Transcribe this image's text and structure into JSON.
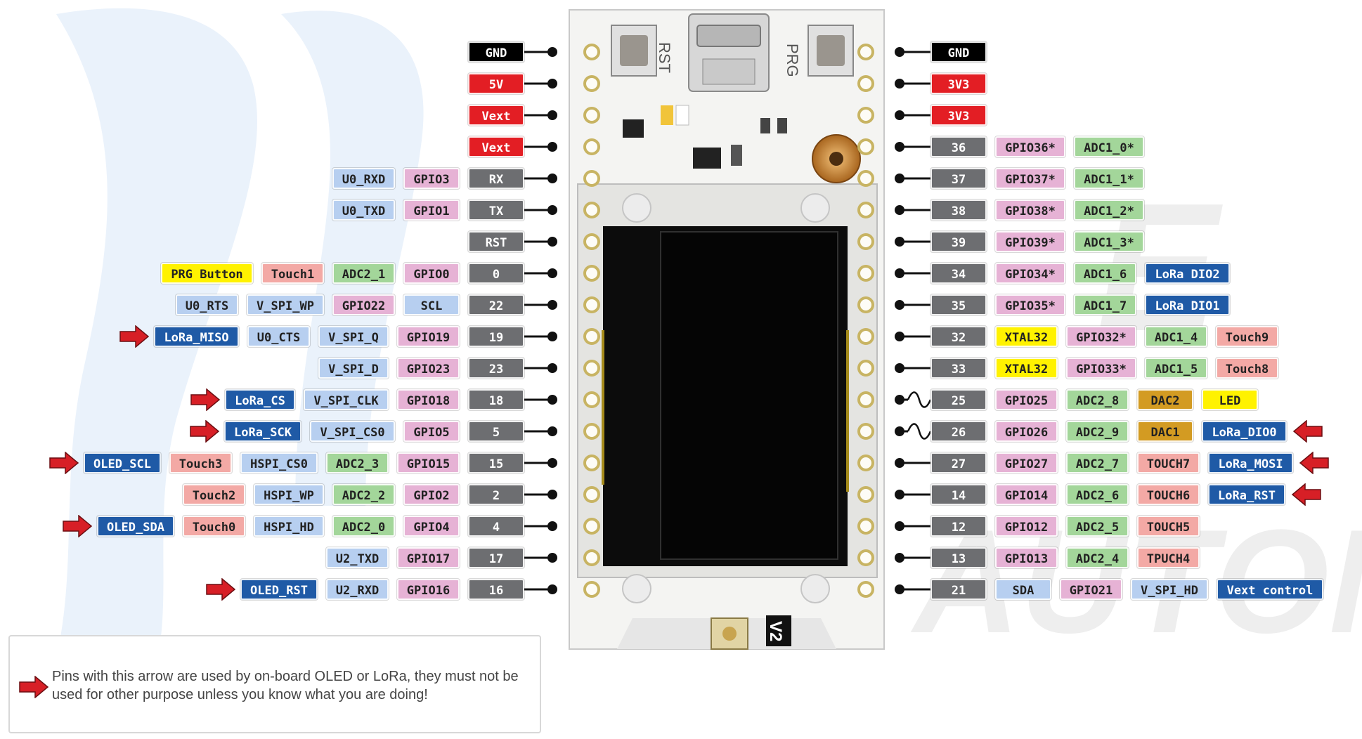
{
  "board": {
    "silk_rst": "RST",
    "silk_prg": "PRG",
    "silk_version": "V2"
  },
  "note": {
    "text": "Pins with this arrow are used by on-board OLED or LoRa, they must not be used for other purpose unless you know what you are doing!"
  },
  "colors": {
    "black": "#000000",
    "red": "#e31e24",
    "gray": "#6d6e71",
    "blue": "#b7cff0",
    "pink": "#e6b2d5",
    "green": "#a3d69a",
    "salmon": "#f3a9a5",
    "yellow": "#fff200",
    "navy": "#1f5aa6",
    "gold": "#d39b22",
    "arrow": "#d71f26"
  },
  "left_pins": [
    {
      "labels": [
        {
          "t": "GND",
          "c": "black"
        }
      ]
    },
    {
      "labels": [
        {
          "t": "5V",
          "c": "red"
        }
      ]
    },
    {
      "labels": [
        {
          "t": "Vext",
          "c": "red"
        }
      ]
    },
    {
      "labels": [
        {
          "t": "Vext",
          "c": "red"
        }
      ]
    },
    {
      "labels": [
        {
          "t": "RX",
          "c": "gray"
        },
        {
          "t": "GPIO3",
          "c": "pink"
        },
        {
          "t": "U0_RXD",
          "c": "blue"
        }
      ]
    },
    {
      "labels": [
        {
          "t": "TX",
          "c": "gray"
        },
        {
          "t": "GPIO1",
          "c": "pink"
        },
        {
          "t": "U0_TXD",
          "c": "blue"
        }
      ]
    },
    {
      "labels": [
        {
          "t": "RST",
          "c": "gray"
        }
      ]
    },
    {
      "labels": [
        {
          "t": "0",
          "c": "gray"
        },
        {
          "t": "GPIO0",
          "c": "pink"
        },
        {
          "t": "ADC2_1",
          "c": "green"
        },
        {
          "t": "Touch1",
          "c": "salmon"
        },
        {
          "t": "PRG Button",
          "c": "yellow"
        }
      ]
    },
    {
      "labels": [
        {
          "t": "22",
          "c": "gray"
        },
        {
          "t": "SCL",
          "c": "blue"
        },
        {
          "t": "GPIO22",
          "c": "pink"
        },
        {
          "t": "V_SPI_WP",
          "c": "blue"
        },
        {
          "t": "U0_RTS",
          "c": "blue"
        }
      ]
    },
    {
      "labels": [
        {
          "t": "19",
          "c": "gray"
        },
        {
          "t": "GPIO19",
          "c": "pink"
        },
        {
          "t": "V_SPI_Q",
          "c": "blue"
        },
        {
          "t": "U0_CTS",
          "c": "blue"
        },
        {
          "t": "LoRa_MISO",
          "c": "navy"
        }
      ],
      "arrow": true
    },
    {
      "labels": [
        {
          "t": "23",
          "c": "gray"
        },
        {
          "t": "GPIO23",
          "c": "pink"
        },
        {
          "t": "V_SPI_D",
          "c": "blue"
        }
      ]
    },
    {
      "labels": [
        {
          "t": "18",
          "c": "gray"
        },
        {
          "t": "GPIO18",
          "c": "pink"
        },
        {
          "t": "V_SPI_CLK",
          "c": "blue"
        },
        {
          "t": "LoRa_CS",
          "c": "navy"
        }
      ],
      "arrow": true
    },
    {
      "labels": [
        {
          "t": "5",
          "c": "gray"
        },
        {
          "t": "GPIO5",
          "c": "pink"
        },
        {
          "t": "V_SPI_CS0",
          "c": "blue"
        },
        {
          "t": "LoRa_SCK",
          "c": "navy"
        }
      ],
      "arrow": true
    },
    {
      "labels": [
        {
          "t": "15",
          "c": "gray"
        },
        {
          "t": "GPIO15",
          "c": "pink"
        },
        {
          "t": "ADC2_3",
          "c": "green"
        },
        {
          "t": "HSPI_CS0",
          "c": "blue"
        },
        {
          "t": "Touch3",
          "c": "salmon"
        },
        {
          "t": "OLED_SCL",
          "c": "navy"
        }
      ],
      "arrow": true
    },
    {
      "labels": [
        {
          "t": "2",
          "c": "gray"
        },
        {
          "t": "GPIO2",
          "c": "pink"
        },
        {
          "t": "ADC2_2",
          "c": "green"
        },
        {
          "t": "HSPI_WP",
          "c": "blue"
        },
        {
          "t": "Touch2",
          "c": "salmon"
        }
      ]
    },
    {
      "labels": [
        {
          "t": "4",
          "c": "gray"
        },
        {
          "t": "GPIO4",
          "c": "pink"
        },
        {
          "t": "ADC2_0",
          "c": "green"
        },
        {
          "t": "HSPI_HD",
          "c": "blue"
        },
        {
          "t": "Touch0",
          "c": "salmon"
        },
        {
          "t": "OLED_SDA",
          "c": "navy"
        }
      ],
      "arrow": true
    },
    {
      "labels": [
        {
          "t": "17",
          "c": "gray"
        },
        {
          "t": "GPIO17",
          "c": "pink"
        },
        {
          "t": "U2_TXD",
          "c": "blue"
        }
      ]
    },
    {
      "labels": [
        {
          "t": "16",
          "c": "gray"
        },
        {
          "t": "GPIO16",
          "c": "pink"
        },
        {
          "t": "U2_RXD",
          "c": "blue"
        },
        {
          "t": "OLED_RST",
          "c": "navy"
        }
      ],
      "arrow": true
    }
  ],
  "right_pins": [
    {
      "labels": [
        {
          "t": "GND",
          "c": "black"
        }
      ]
    },
    {
      "labels": [
        {
          "t": "3V3",
          "c": "red"
        }
      ]
    },
    {
      "labels": [
        {
          "t": "3V3",
          "c": "red"
        }
      ]
    },
    {
      "labels": [
        {
          "t": "36",
          "c": "gray"
        },
        {
          "t": "GPIO36*",
          "c": "pink"
        },
        {
          "t": "ADC1_0*",
          "c": "green"
        }
      ]
    },
    {
      "labels": [
        {
          "t": "37",
          "c": "gray"
        },
        {
          "t": "GPIO37*",
          "c": "pink"
        },
        {
          "t": "ADC1_1*",
          "c": "green"
        }
      ]
    },
    {
      "labels": [
        {
          "t": "38",
          "c": "gray"
        },
        {
          "t": "GPIO38*",
          "c": "pink"
        },
        {
          "t": "ADC1_2*",
          "c": "green"
        }
      ]
    },
    {
      "labels": [
        {
          "t": "39",
          "c": "gray"
        },
        {
          "t": "GPIO39*",
          "c": "pink"
        },
        {
          "t": "ADC1_3*",
          "c": "green"
        }
      ]
    },
    {
      "labels": [
        {
          "t": "34",
          "c": "gray"
        },
        {
          "t": "GPIO34*",
          "c": "pink"
        },
        {
          "t": "ADC1_6",
          "c": "green"
        },
        {
          "t": "LoRa DIO2",
          "c": "navy"
        }
      ]
    },
    {
      "labels": [
        {
          "t": "35",
          "c": "gray"
        },
        {
          "t": "GPIO35*",
          "c": "pink"
        },
        {
          "t": "ADC1_7",
          "c": "green"
        },
        {
          "t": "LoRa DIO1",
          "c": "navy"
        }
      ]
    },
    {
      "labels": [
        {
          "t": "32",
          "c": "gray"
        },
        {
          "t": "XTAL32",
          "c": "yellow"
        },
        {
          "t": "GPIO32*",
          "c": "pink"
        },
        {
          "t": "ADC1_4",
          "c": "green"
        },
        {
          "t": "Touch9",
          "c": "salmon"
        }
      ]
    },
    {
      "labels": [
        {
          "t": "33",
          "c": "gray"
        },
        {
          "t": "XTAL32",
          "c": "yellow"
        },
        {
          "t": "GPIO33*",
          "c": "pink"
        },
        {
          "t": "ADC1_5",
          "c": "green"
        },
        {
          "t": "Touch8",
          "c": "salmon"
        }
      ]
    },
    {
      "labels": [
        {
          "t": "25",
          "c": "gray"
        },
        {
          "t": "GPIO25",
          "c": "pink"
        },
        {
          "t": "ADC2_8",
          "c": "green"
        },
        {
          "t": "DAC2",
          "c": "gold"
        },
        {
          "t": "LED",
          "c": "yellow"
        }
      ],
      "wave": true
    },
    {
      "labels": [
        {
          "t": "26",
          "c": "gray"
        },
        {
          "t": "GPIO26",
          "c": "pink"
        },
        {
          "t": "ADC2_9",
          "c": "green"
        },
        {
          "t": "DAC1",
          "c": "gold"
        },
        {
          "t": "LoRa_DIO0",
          "c": "navy"
        }
      ],
      "wave": true,
      "arrow": true
    },
    {
      "labels": [
        {
          "t": "27",
          "c": "gray"
        },
        {
          "t": "GPIO27",
          "c": "pink"
        },
        {
          "t": "ADC2_7",
          "c": "green"
        },
        {
          "t": "TOUCH7",
          "c": "salmon"
        },
        {
          "t": "LoRa_MOSI",
          "c": "navy"
        }
      ],
      "arrow": true
    },
    {
      "labels": [
        {
          "t": "14",
          "c": "gray"
        },
        {
          "t": "GPIO14",
          "c": "pink"
        },
        {
          "t": "ADC2_6",
          "c": "green"
        },
        {
          "t": "TOUCH6",
          "c": "salmon"
        },
        {
          "t": "LoRa_RST",
          "c": "navy"
        }
      ],
      "arrow": true
    },
    {
      "labels": [
        {
          "t": "12",
          "c": "gray"
        },
        {
          "t": "GPIO12",
          "c": "pink"
        },
        {
          "t": "ADC2_5",
          "c": "green"
        },
        {
          "t": "TOUCH5",
          "c": "salmon"
        }
      ]
    },
    {
      "labels": [
        {
          "t": "13",
          "c": "gray"
        },
        {
          "t": "GPIO13",
          "c": "pink"
        },
        {
          "t": "ADC2_4",
          "c": "green"
        },
        {
          "t": "TPUCH4",
          "c": "salmon"
        }
      ]
    },
    {
      "labels": [
        {
          "t": "21",
          "c": "gray"
        },
        {
          "t": "SDA",
          "c": "blue"
        },
        {
          "t": "GPIO21",
          "c": "pink"
        },
        {
          "t": "V_SPI_HD",
          "c": "blue"
        },
        {
          "t": "Vext control",
          "c": "navy"
        }
      ]
    }
  ]
}
